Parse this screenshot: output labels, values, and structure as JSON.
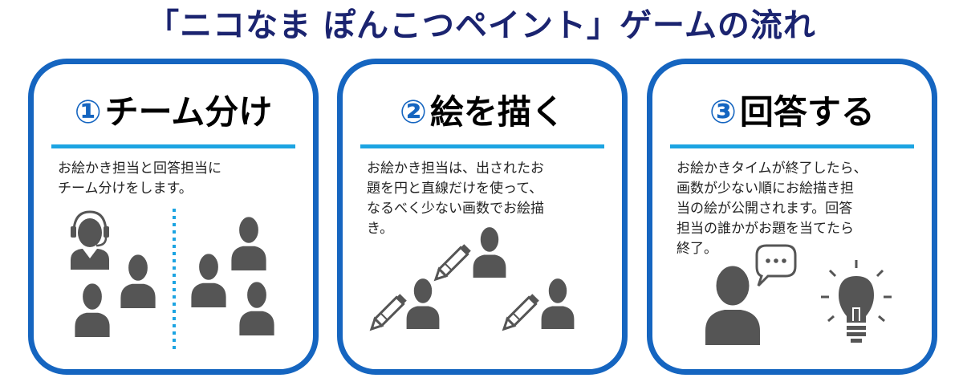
{
  "title": "「ニコなま ぽんこつペイント」ゲームの流れ",
  "colors": {
    "title": "#1b2470",
    "border": "#1565c0",
    "rule": "#1ca4e2",
    "icon": "#555555"
  },
  "steps": [
    {
      "number": "①",
      "title": "チーム分け",
      "description": "お絵かき担当と回答担当に\nチーム分けをします。",
      "icons": [
        "headset-person-icon",
        "person-icon",
        "person-icon",
        "dotted-divider",
        "person-icon",
        "person-icon",
        "person-icon",
        "person-icon"
      ]
    },
    {
      "number": "②",
      "title": "絵を描く",
      "description": "お絵かき担当は、出されたお\n題を円と直線だけを使って、\nなるべく少ない画数でお絵描\nき。",
      "icons": [
        "person-icon",
        "pencil-icon",
        "person-icon",
        "pencil-icon",
        "person-icon",
        "pencil-icon"
      ]
    },
    {
      "number": "③",
      "title": "回答する",
      "description": "お絵かきタイムが終了したら、\n画数が少ない順にお絵描き担\n当の絵が公開されます。回答\n担当の誰かがお題を当てたら\n終了。",
      "icons": [
        "speaking-person-icon",
        "speech-bubble-icon",
        "lightbulb-icon"
      ]
    }
  ]
}
